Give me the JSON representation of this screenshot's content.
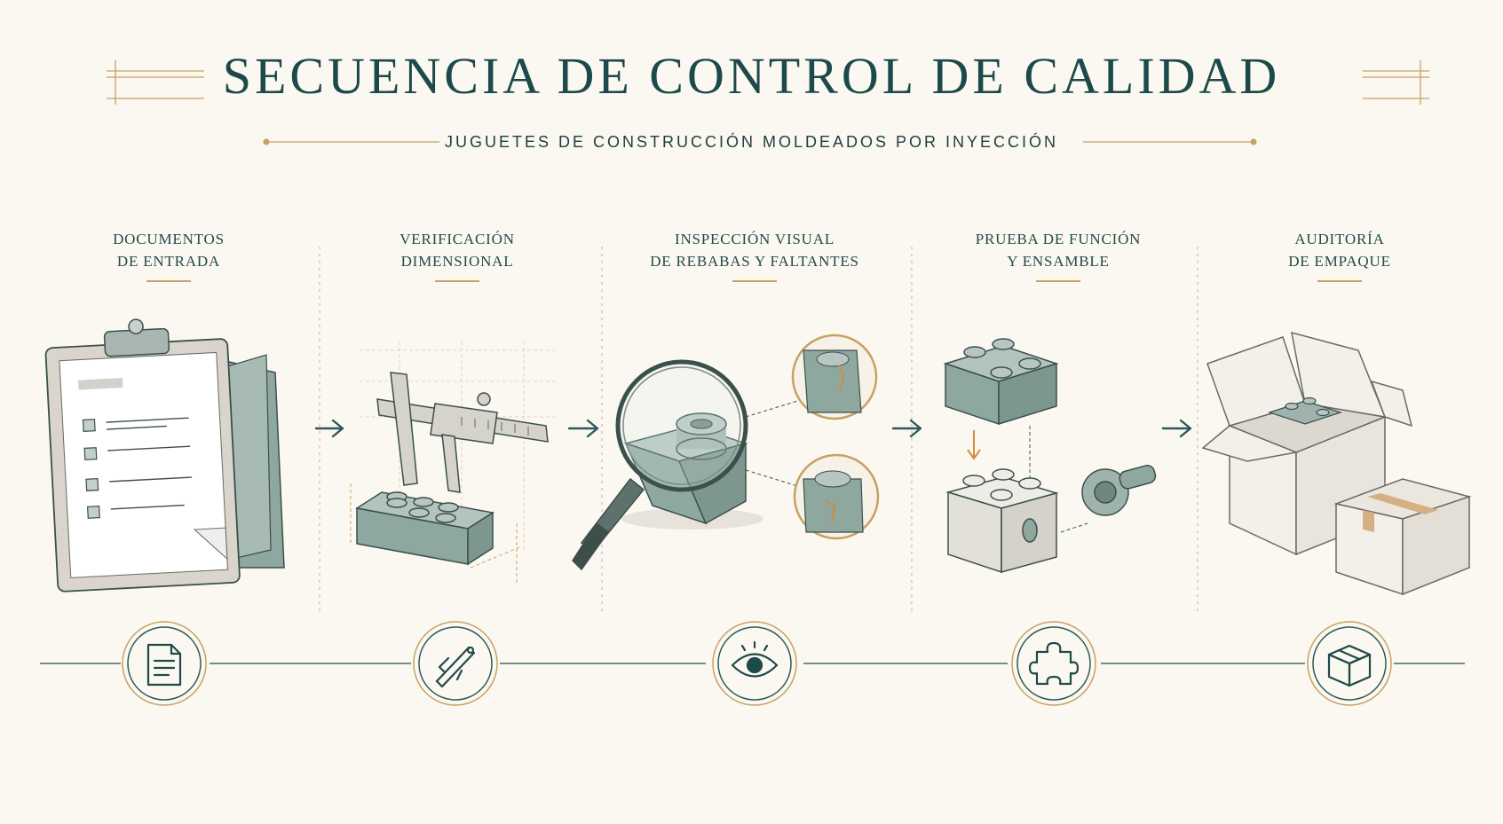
{
  "title": "SECUENCIA DE CONTROL DE CALIDAD",
  "subtitle": "JUGUETES DE CONSTRUCCIÓN MOLDEADOS POR INYECCIÓN",
  "colors": {
    "background": "#fbf8f1",
    "teal": "#1f4a4a",
    "gold": "#c9a063",
    "block": "#9fb3ac"
  },
  "steps": [
    {
      "line1": "DOCUMENTOS",
      "line2": "DE ENTRADA",
      "icon": "document-icon",
      "illustration": "clipboard-checklist"
    },
    {
      "line1": "VERIFICACIÓN",
      "line2": "DIMENSIONAL",
      "icon": "caliper-icon",
      "illustration": "caliper-measuring-brick"
    },
    {
      "line1": "INSPECCIÓN VISUAL",
      "line2": "DE REBABAS Y FALTANTES",
      "icon": "eye-icon",
      "illustration": "magnifier-on-brick"
    },
    {
      "line1": "PRUEBA DE FUNCIÓN",
      "line2": "Y ENSAMBLE",
      "icon": "puzzle-icon",
      "illustration": "bricks-assembly"
    },
    {
      "line1": "AUDITORÍA",
      "line2": "DE EMPAQUE",
      "icon": "box-icon",
      "illustration": "cardboard-boxes"
    }
  ]
}
